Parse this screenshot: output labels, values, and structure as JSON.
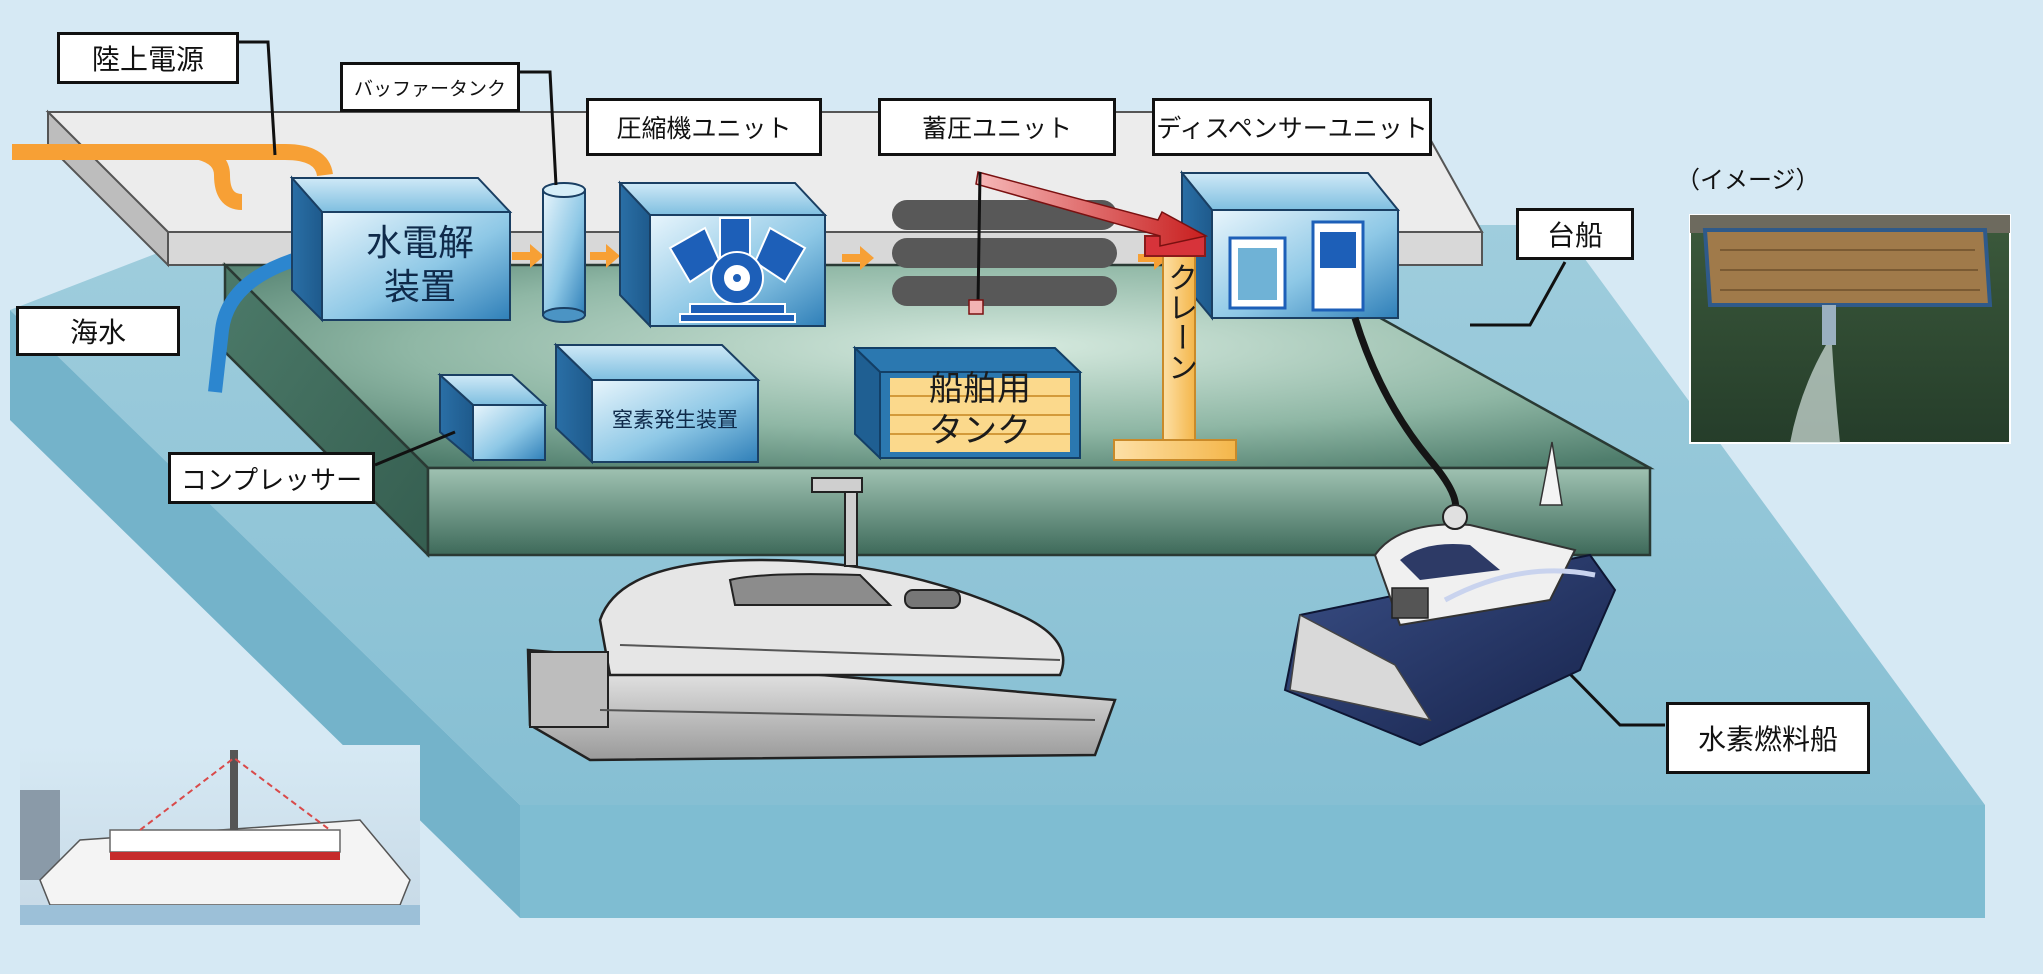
{
  "labels": {
    "shore_power": "陸上電源",
    "buffer_tank": "バッファータンク",
    "compressor_unit": "圧縮機ユニット",
    "accumulator_unit": "蓄圧ユニット",
    "dispenser_unit": "ディスペンサーユニット",
    "seawater": "海水",
    "barge": "台船",
    "compressor": "コンプレッサー",
    "hydrogen_ship": "水素燃料船",
    "image_note": "（イメージ）"
  },
  "equipment": {
    "electrolyzer_line1": "水電解",
    "electrolyzer_line2": "装置",
    "nitrogen_generator": "窒素発生装置",
    "ship_tank_line1": "船舶用",
    "ship_tank_line2": "タンク",
    "crane": "クレーン"
  },
  "colors": {
    "background": "#d6e9f4",
    "water": "#8cc2d6",
    "deck": "#3f6c5e",
    "shore_slab": "#e9e9e9",
    "equipment_blue": "#6fb2d6",
    "power_line": "#f7a035",
    "seawater_pipe": "#2c86cf",
    "crane": "#f8c66a"
  }
}
